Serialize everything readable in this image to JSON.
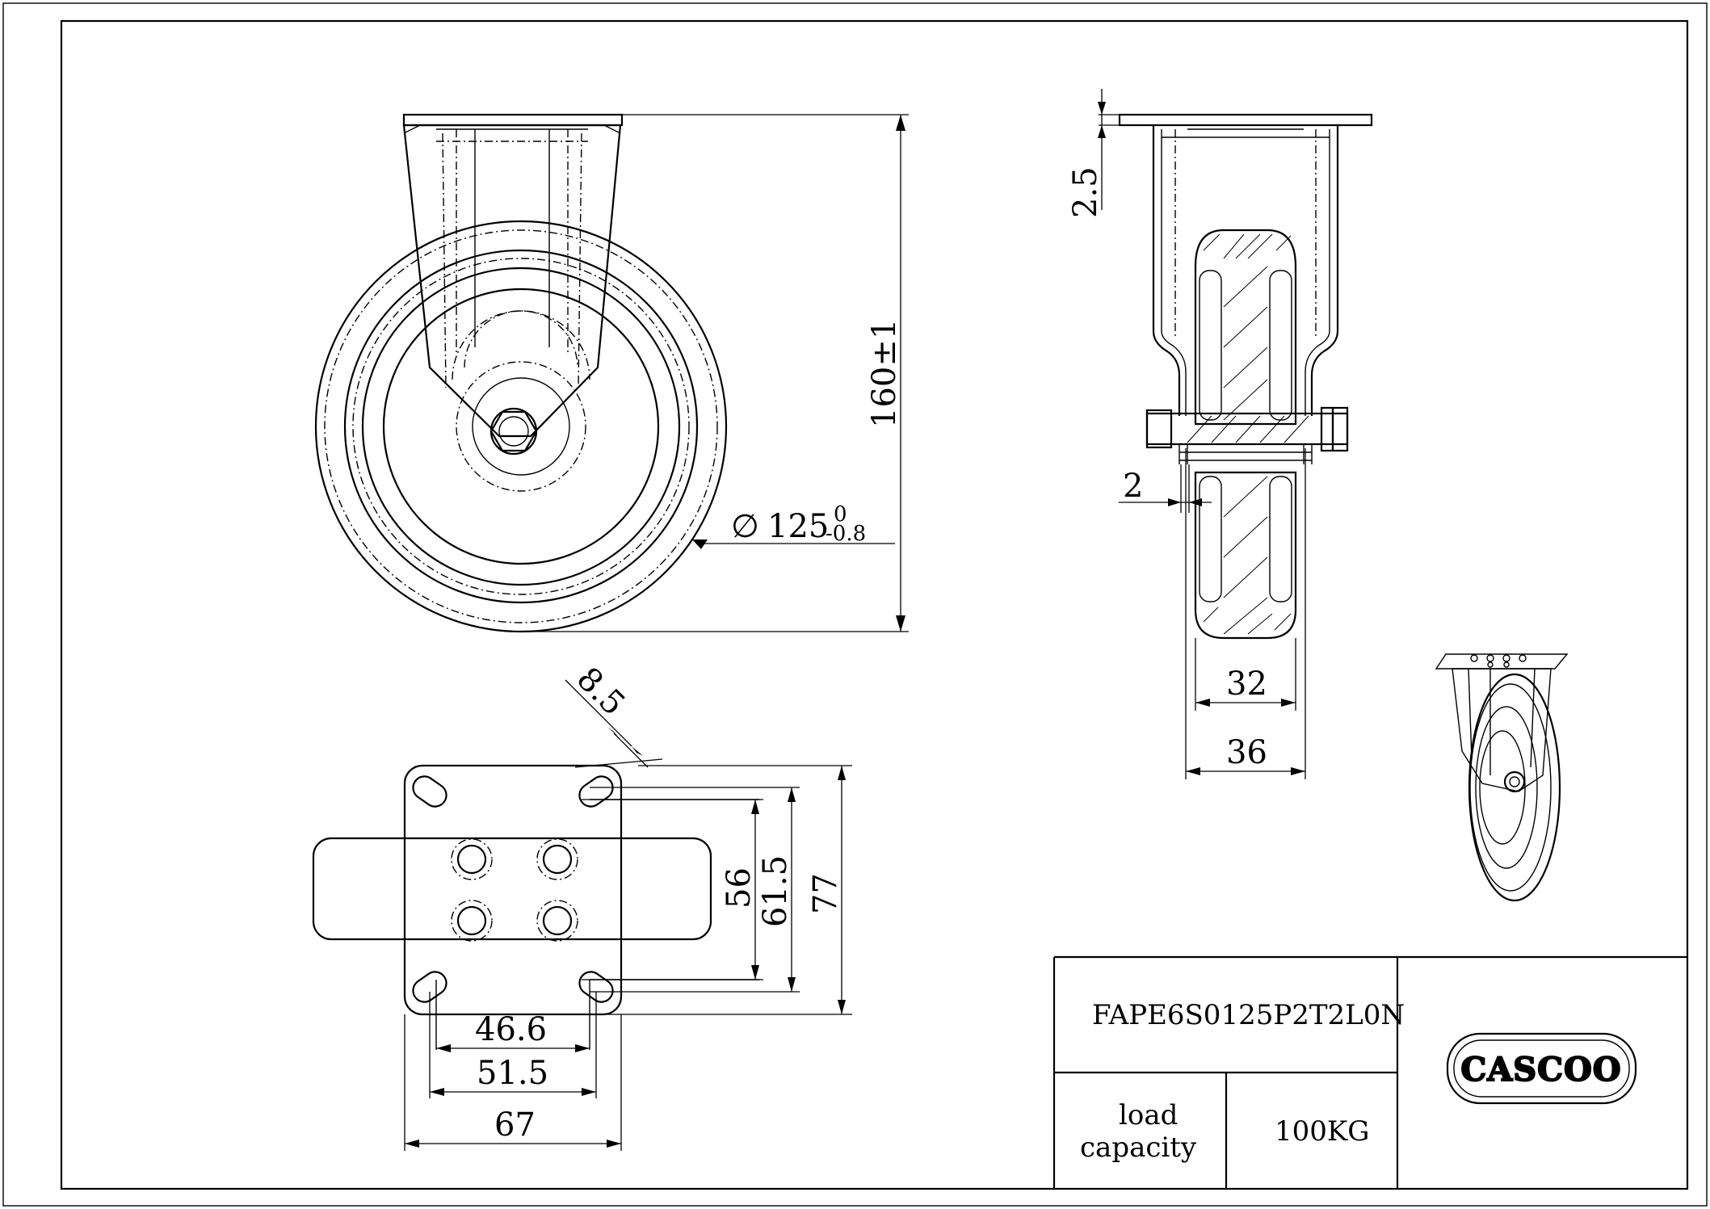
{
  "part_number": "FAPE6S0125P2T2L0N",
  "load_capacity": {
    "label_line1": "load",
    "label_line2": "capacity",
    "value": "100KG"
  },
  "logo_text": "CASCOO",
  "dimensions": {
    "height": "160±1",
    "diameter_symbol": "∅",
    "diameter_value": "125",
    "diameter_tol_upper": "0",
    "diameter_tol_lower": "-0.8",
    "plate_thickness": "2.5",
    "hub_offset": "2",
    "wheel_width": "32",
    "bracket_width": "36",
    "slot_width": "8.5",
    "hole_spacing_y_inner": "56",
    "hole_spacing_y_outer": "61.5",
    "plate_length": "77",
    "hole_spacing_x_inner": "46.6",
    "hole_spacing_x_outer": "51.5",
    "plate_width": "67"
  }
}
